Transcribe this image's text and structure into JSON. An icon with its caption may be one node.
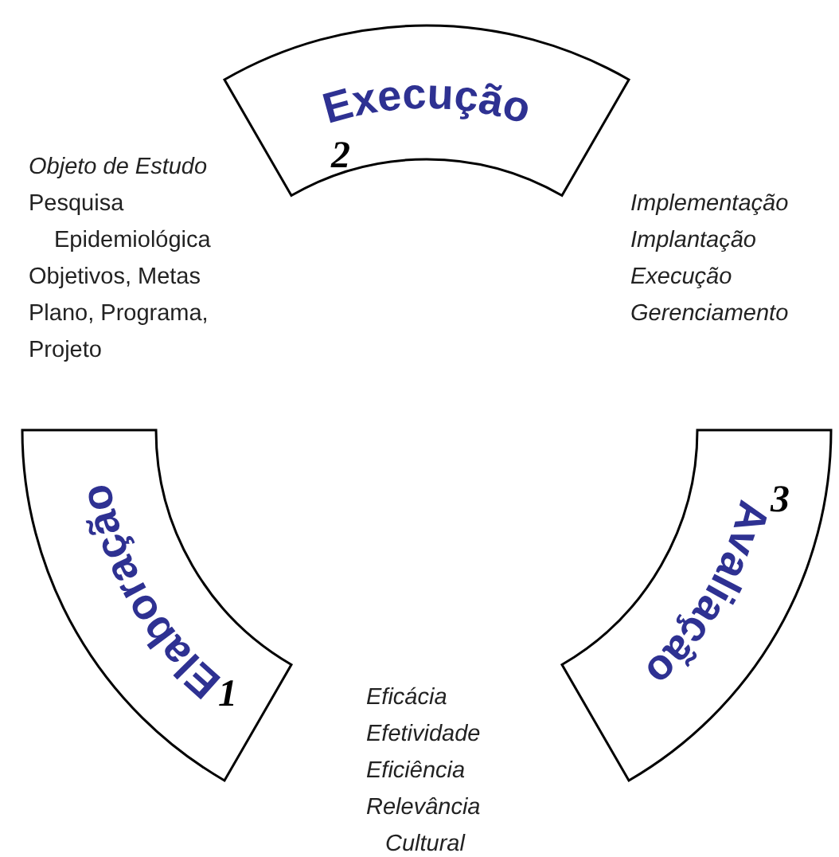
{
  "diagram": {
    "nodes": [
      {
        "text": [
          "Execução",
          "2"
        ]
      },
      {
        "text": [
          "Elaboração",
          "1"
        ]
      },
      {
        "text": [
          "Avaliação",
          "3"
        ]
      }
    ],
    "labels": [
      "Objeto de Estudo",
      "Pesquisa Epidemiológica",
      "Objetivos, Metas",
      "Plano, Programa, Projeto",
      "Implementação",
      "Implantação",
      "Execução",
      "Gerenciamento",
      "Eficácia",
      "Efetividade",
      "Eficiência",
      "Relevância Cultural"
    ]
  }
}
